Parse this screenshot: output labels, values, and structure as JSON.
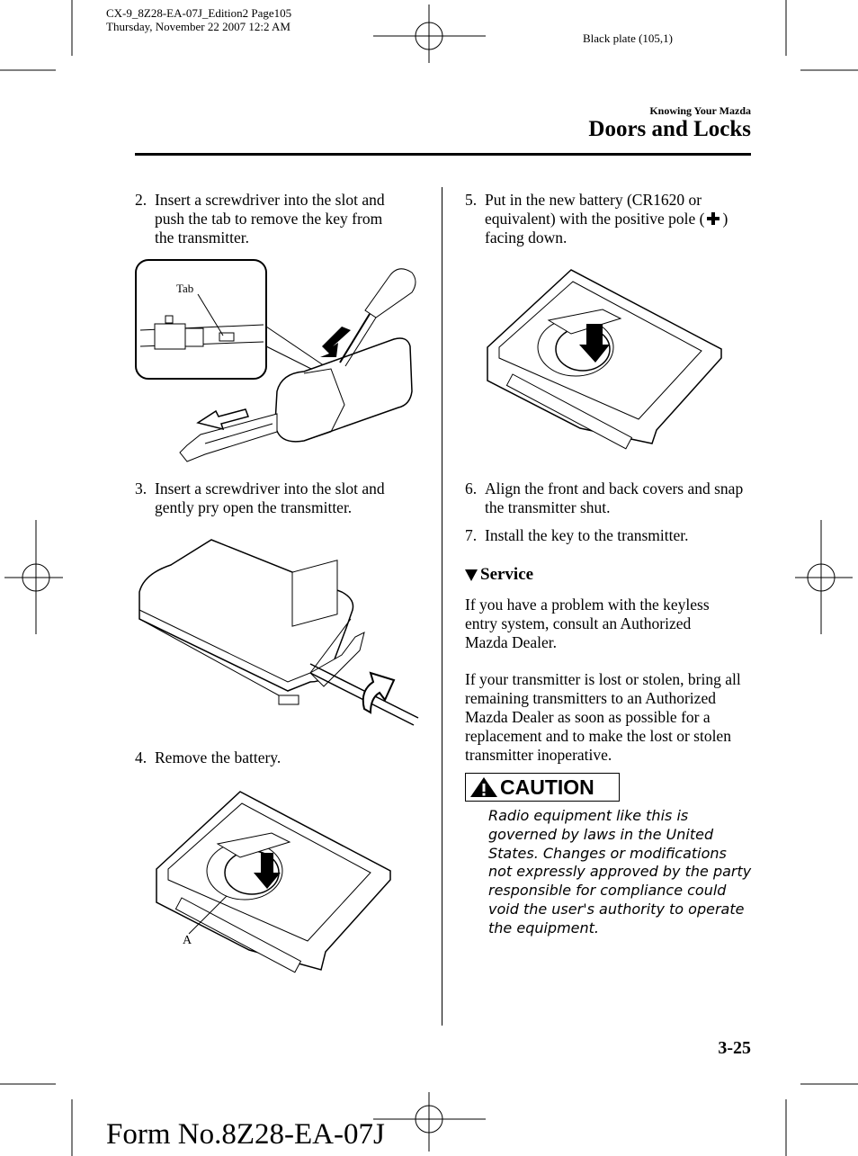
{
  "print_meta": {
    "line1": "CX-9_8Z28-EA-07J_Edition2 Page105",
    "line2": "Thursday, November 22 2007 12:2 AM",
    "plate": "Black plate (105,1)"
  },
  "header": {
    "chapter": "Knowing Your Mazda",
    "section": "Doors and Locks"
  },
  "left_column": {
    "step2": {
      "num": "2.",
      "text": "Insert a screwdriver into the slot and push the tab to remove the key from the transmitter."
    },
    "fig1_label": "Tab",
    "step3": {
      "num": "3.",
      "text": "Insert a screwdriver into the slot and gently pry open the transmitter."
    },
    "step4": {
      "num": "4.",
      "text": "Remove the battery."
    },
    "fig3_label": "A"
  },
  "right_column": {
    "step5": {
      "num": "5.",
      "text_before": "Put in the new battery (CR1620 or equivalent) with the positive pole (",
      "text_after": ") facing down."
    },
    "step6": {
      "num": "6.",
      "text": "Align the front and back covers and snap the transmitter shut."
    },
    "step7": {
      "num": "7.",
      "text": "Install the key to the transmitter."
    },
    "service_title": "Service",
    "service_p1": "If you have a problem with the keyless entry system, consult an Authorized Mazda Dealer.",
    "service_p2": "If your transmitter is lost or stolen, bring all remaining transmitters to an Authorized Mazda Dealer as soon as possible for a replacement and to make the lost or stolen transmitter inoperative.",
    "caution_label": "CAUTION",
    "caution_text": "Radio equipment like this is governed by laws in the United States. Changes or modifications not expressly approved by the party responsible for compliance could void the user's authority to operate the equipment."
  },
  "footer": {
    "page_number": "3-25",
    "form_number": "Form No.8Z28-EA-07J"
  },
  "icons": {
    "registration_marks": "crosshair-icon",
    "triangle_bullet": "triangle-down-icon",
    "plus_symbol": "plus-icon",
    "warning": "warning-icon"
  }
}
